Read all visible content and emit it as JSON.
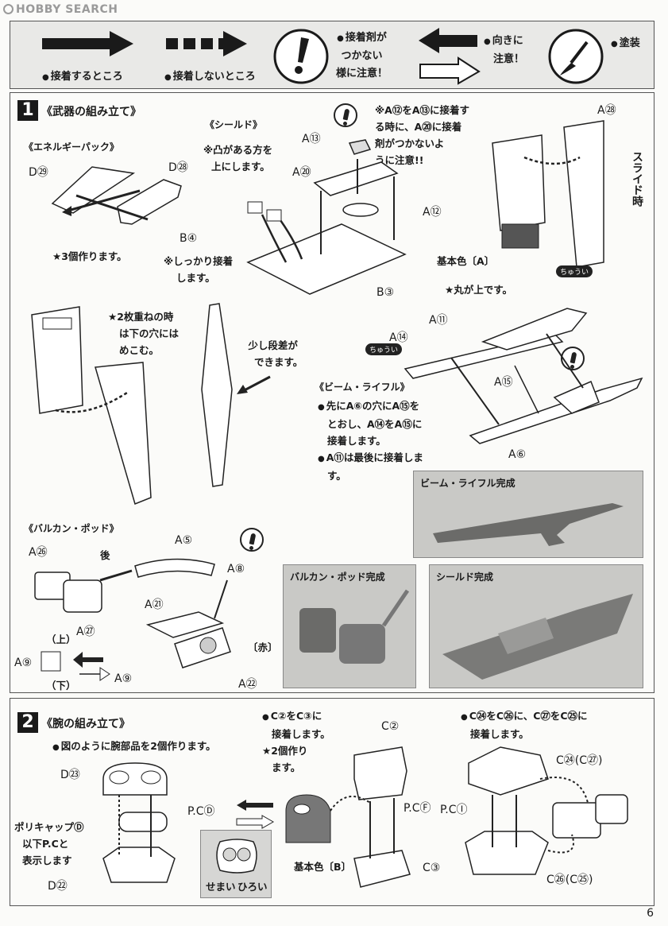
{
  "logo": "HOBBY SEARCH",
  "legend": {
    "glue": "接着するところ",
    "noglue": "接着しないところ",
    "careful": [
      "接着剤が",
      "つかない",
      "様に注意！"
    ],
    "direction": [
      "向きに",
      "注意！"
    ],
    "paint": "塗装"
  },
  "step1": {
    "num": "1",
    "title": "《武器の組み立て》",
    "energy_pack": {
      "title": "《エネルギーパック》",
      "labels": [
        "D㉙",
        "D㉘"
      ],
      "note": "★3個作ります。"
    },
    "shield": {
      "title": "《シールド》",
      "note_bump": [
        "※凸がある方を",
        "上にします。"
      ],
      "labels": [
        "B④",
        "B③",
        "A⑬",
        "A⑳",
        "A⑫",
        "A㉘"
      ],
      "note_glue": [
        "※しっかり接着",
        "します。"
      ],
      "note_warning": [
        "※A⑫をA⑬に接着す",
        "る時に、A⑳に接着",
        "剤がつかないよ",
        "うに注意!!"
      ],
      "slide": "スライド時",
      "base_color": "基本色〔A〕",
      "note_stack": [
        "★2枚重ねの時",
        "は下の穴には",
        "めこむ。"
      ],
      "note_step": [
        "少し段差が",
        "できます。"
      ]
    },
    "rifle": {
      "title": "《ビーム・ライフル》",
      "note_round": "★丸が上です。",
      "labels": [
        "A⑪",
        "A⑭",
        "A⑮",
        "A⑥"
      ],
      "notes": [
        "先にA⑥の穴にA⑮を",
        "とおし、A⑭をA⑮に",
        "接着します。",
        "A⑪は最後に接着しま",
        "す。"
      ]
    },
    "vulcan": {
      "title": "《バルカン・ポッド》",
      "labels": [
        "A㉖",
        "A⑤",
        "A⑧",
        "A㉗",
        "A㉑",
        "A⑨",
        "A⑨",
        "A㉒"
      ],
      "back": "後",
      "top": "（上）",
      "bottom": "（下）",
      "red": "〔赤〕"
    },
    "photos": {
      "rifle": "ビーム・ライフル完成",
      "vulcan": "バルカン・ポッド完成",
      "shield": "シールド完成"
    },
    "chuui": "ちゅうい"
  },
  "step2": {
    "num": "2",
    "title": "《腕の組み立て》",
    "note_make": "図のように腕部品を2個作ります。",
    "labels": [
      "D㉓",
      "P.CⒹ",
      "D㉒",
      "C②",
      "P.CⒻ",
      "C③",
      "P.CⒾ",
      "C㉔(C㉗)",
      "C㉖(C㉕)"
    ],
    "polycap": [
      "ポリキャップⒹ",
      "以下P.Cと",
      "表示します"
    ],
    "narrow": "せまい",
    "wide": "ひろい",
    "note_c": [
      "C②をC③に",
      "接着します。",
      "★2個作り",
      "ます。"
    ],
    "note_c2": [
      "C㉔をC㉖に、C㉗をC㉕に",
      "接着します。"
    ],
    "base_color": "基本色〔B〕"
  },
  "page_number": "6"
}
